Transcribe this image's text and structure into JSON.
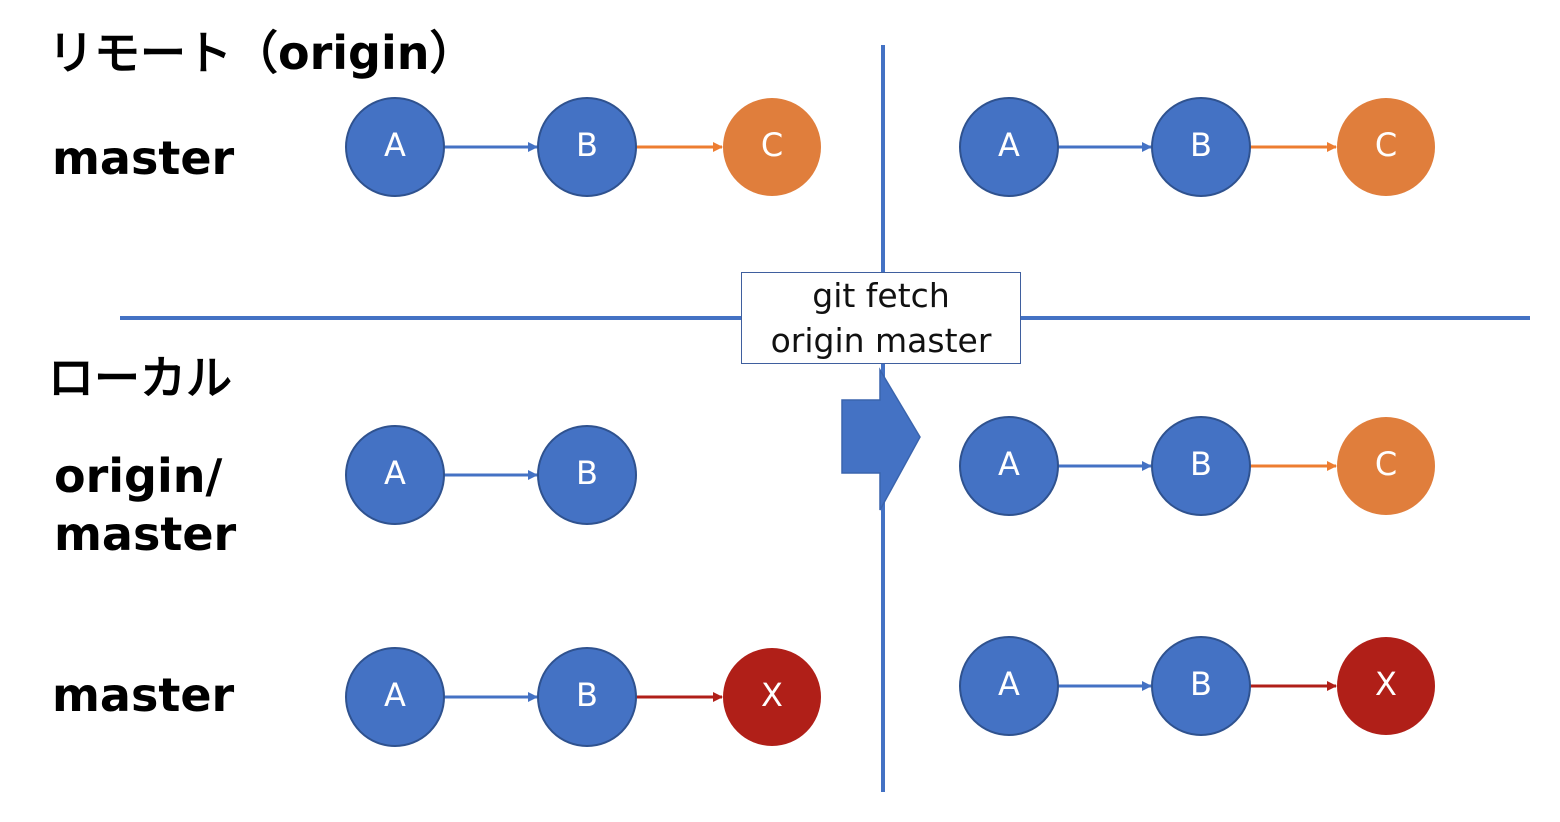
{
  "labels": {
    "remote_title": "リモート（origin）",
    "remote_master": "master",
    "local_title": "ローカル",
    "origin_master_line1": "origin/",
    "origin_master_line2": "master",
    "local_master": "master"
  },
  "command": {
    "line1": "git fetch",
    "line2": "origin master"
  },
  "colors": {
    "commit_blue": "#4472c4",
    "commit_orange": "#e07e3c",
    "commit_red": "#b01f18",
    "arrow_blue": "#4472c4",
    "arrow_orange": "#ed7d31",
    "arrow_red": "#b01f18",
    "divider": "#4472c4"
  },
  "before": {
    "remote_master": [
      "A",
      "B",
      "C"
    ],
    "origin_master": [
      "A",
      "B"
    ],
    "local_master": [
      "A",
      "B",
      "X"
    ]
  },
  "after": {
    "remote_master": [
      "A",
      "B",
      "C"
    ],
    "origin_master": [
      "A",
      "B",
      "C"
    ],
    "local_master": [
      "A",
      "B",
      "X"
    ]
  }
}
